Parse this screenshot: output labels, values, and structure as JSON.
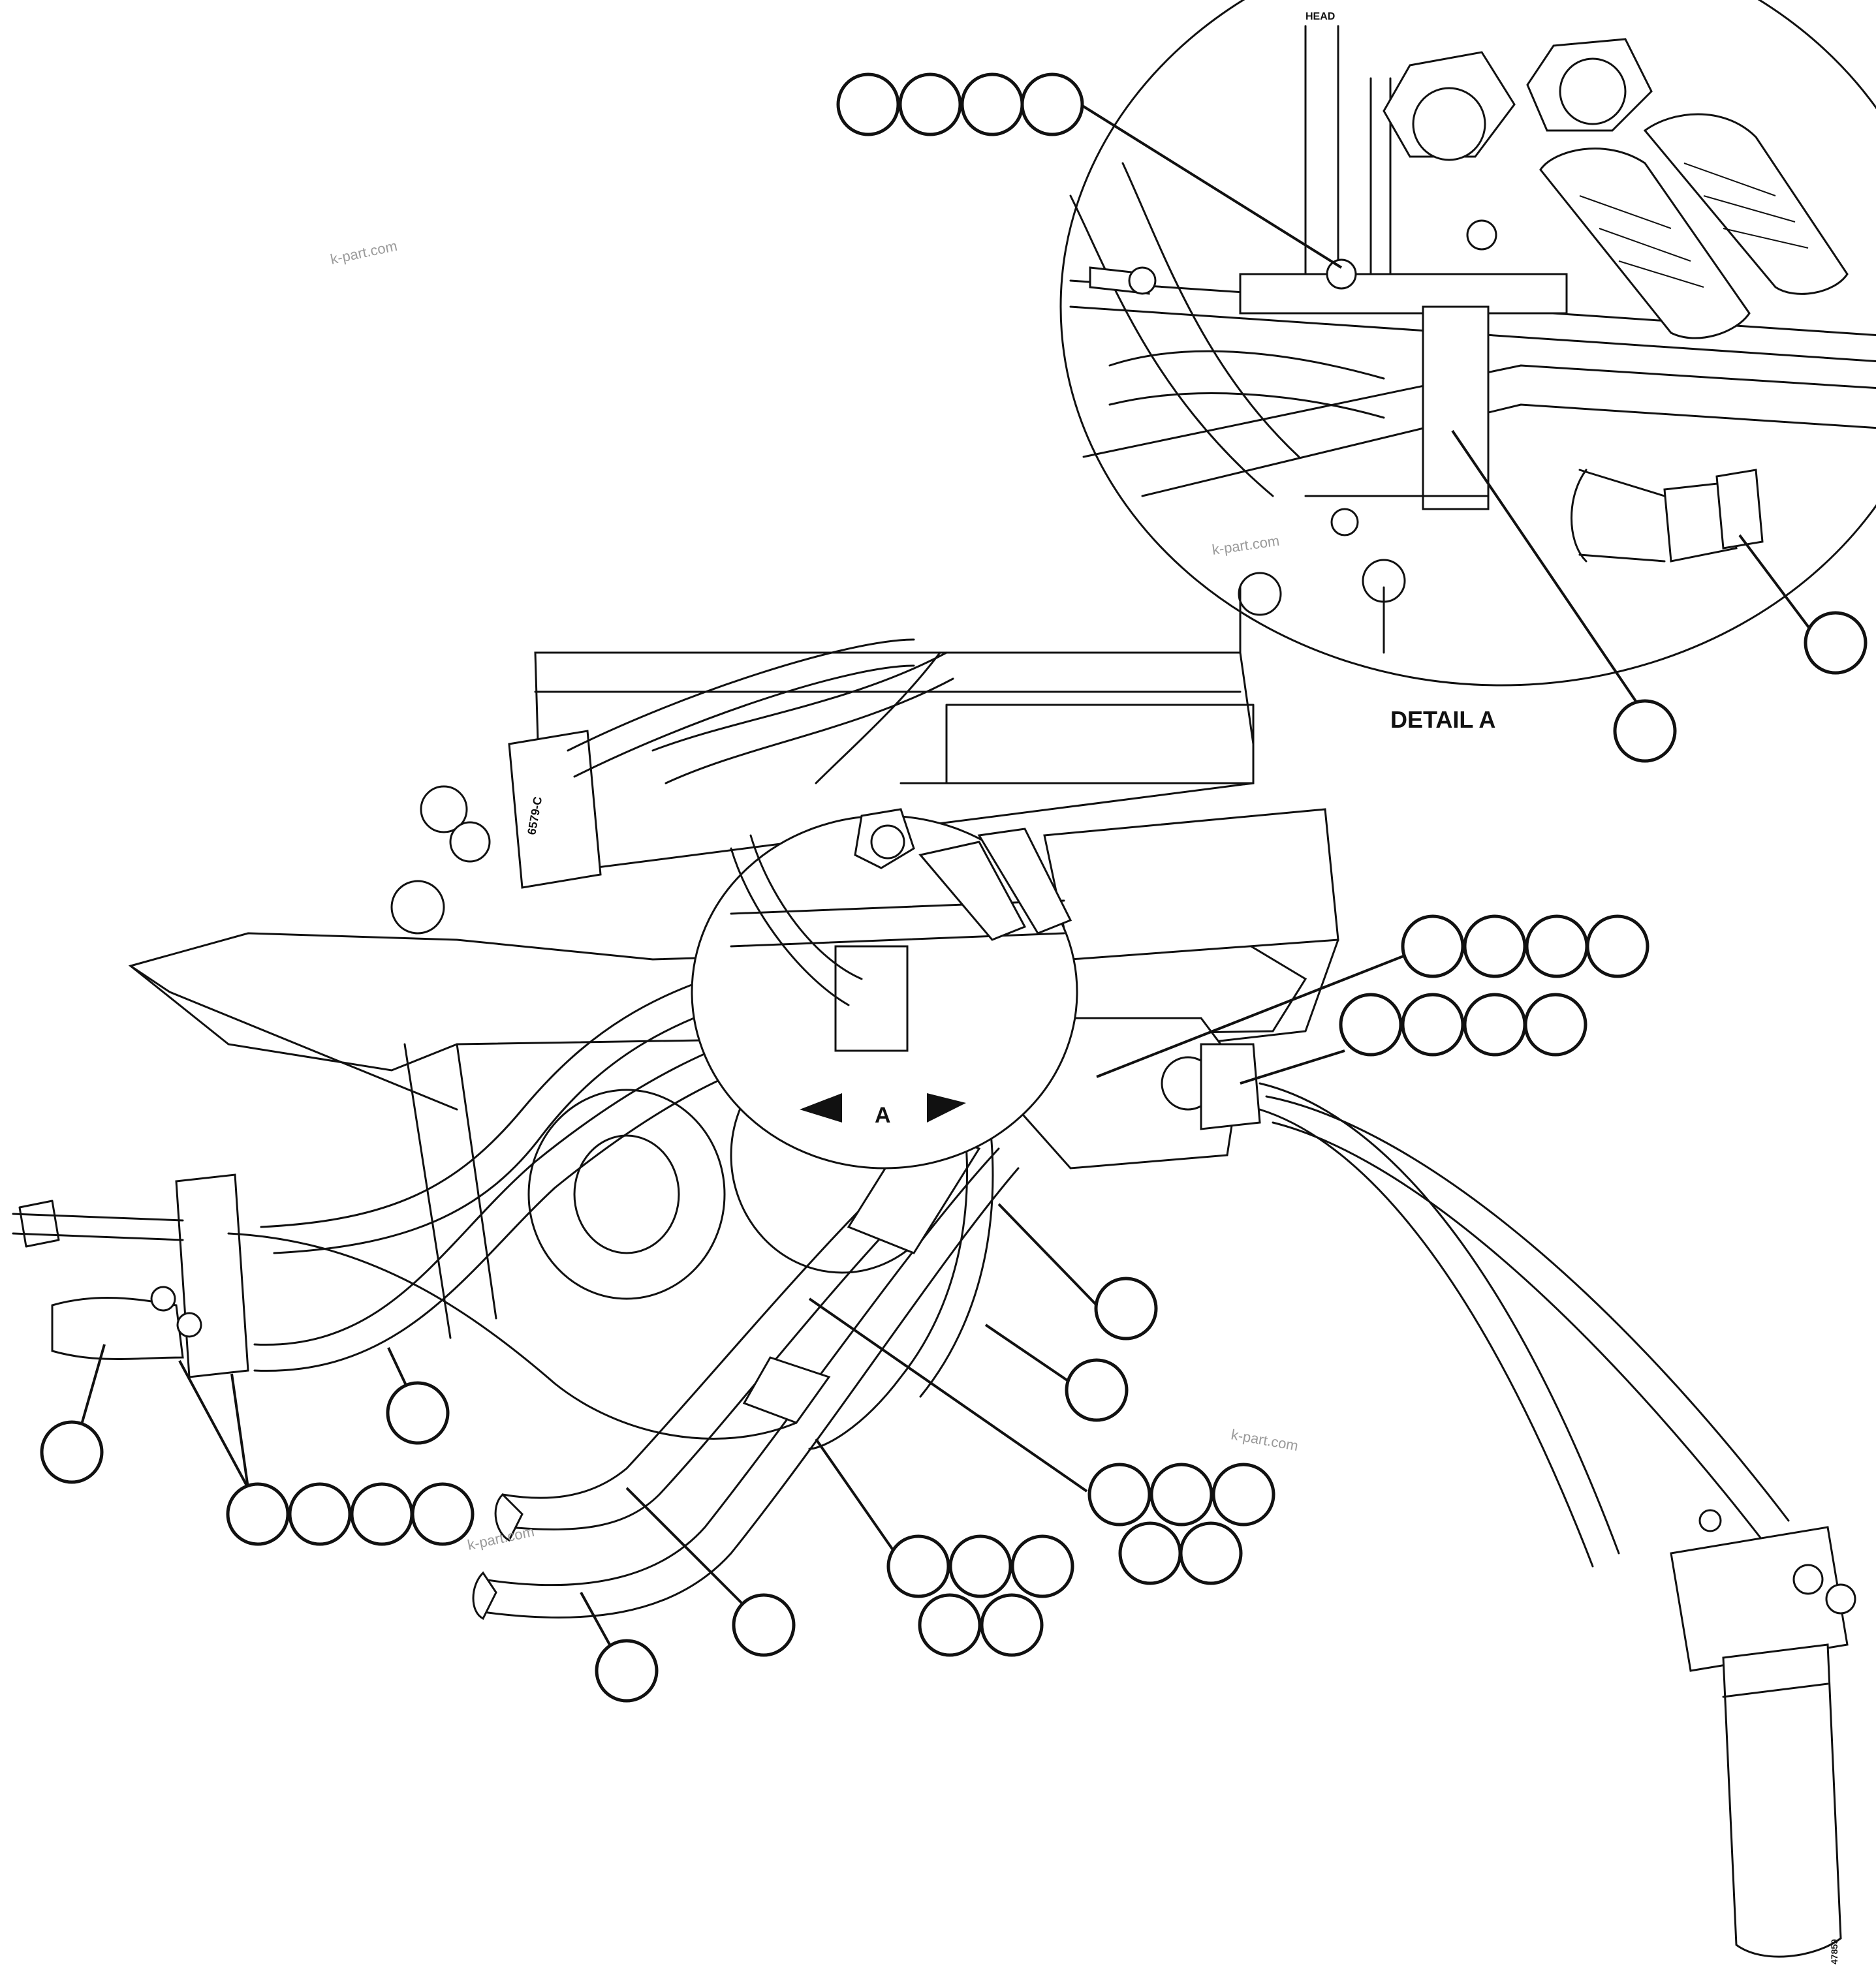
{
  "detail_label": "DETAIL A",
  "view_marker": "A",
  "head_text": "HEAD",
  "part_marking": "6579-C",
  "watermark": "k-part.com",
  "drawing_number": "47859",
  "colors": {
    "line": "#111111",
    "background": "#ffffff",
    "watermark": "#9a9a9a"
  }
}
